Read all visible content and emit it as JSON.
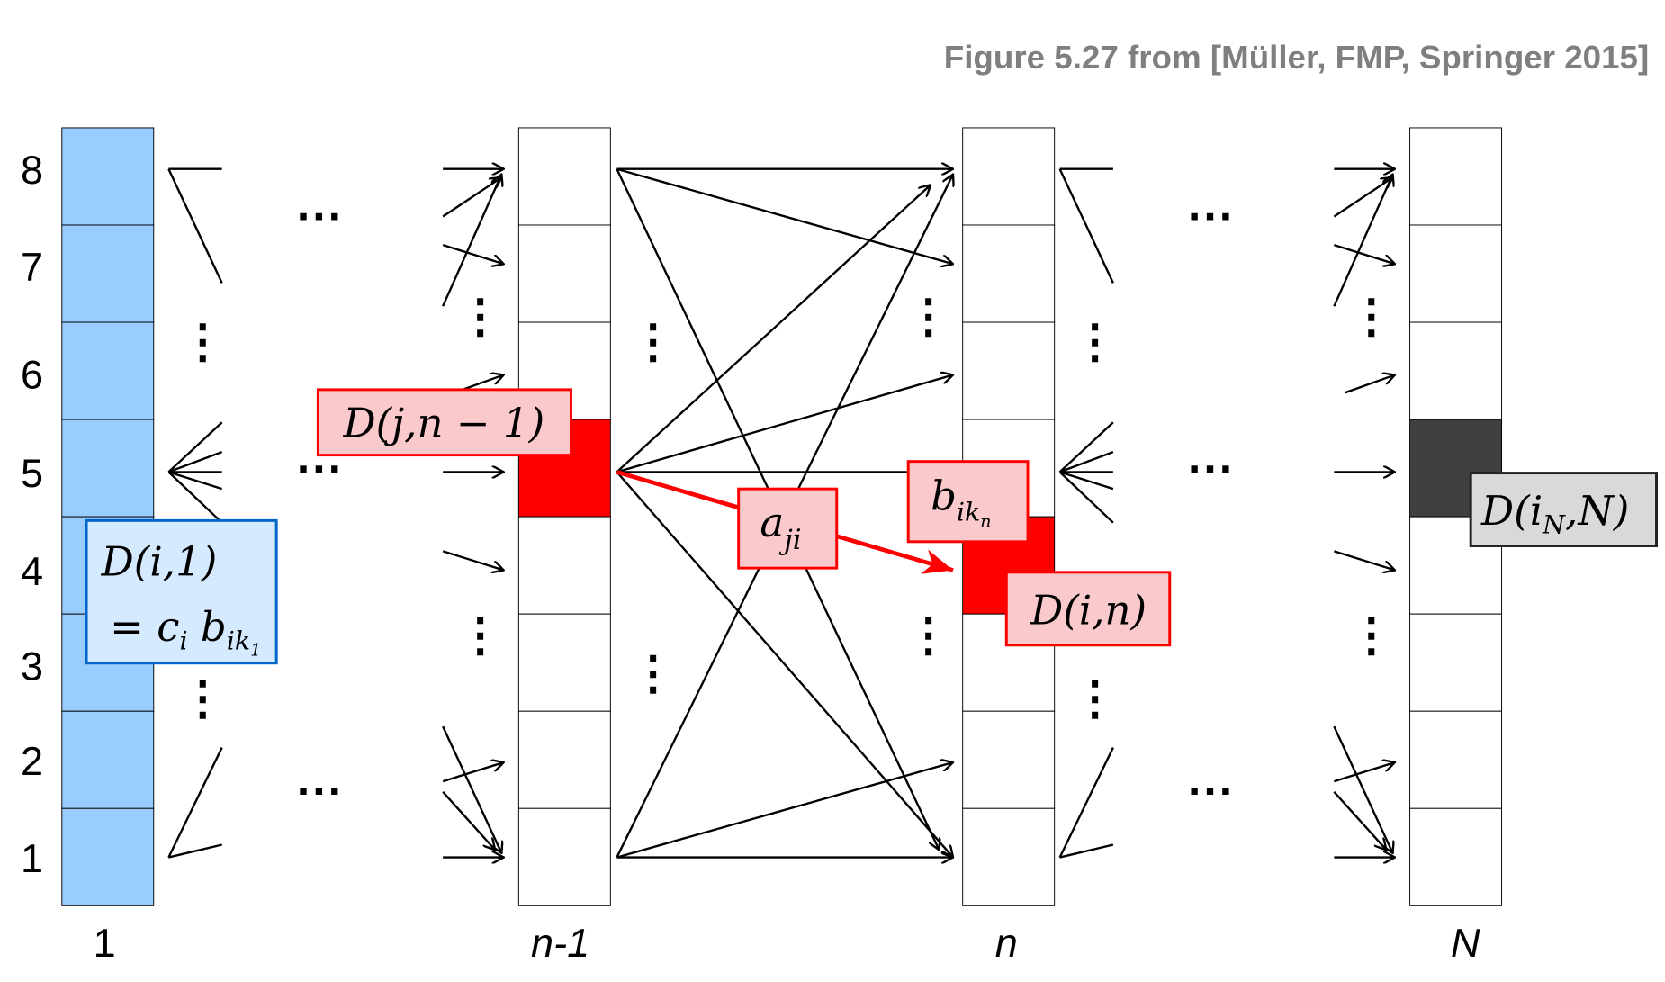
{
  "title": "Figure 5.27 from [Müller, FMP, Springer 2015]",
  "row_labels": [
    "8",
    "7",
    "6",
    "5",
    "4",
    "3",
    "2",
    "1"
  ],
  "column_labels": {
    "first": "1",
    "prev": "n-1",
    "curr": "n",
    "last": "N"
  },
  "ellipsis_h": "···",
  "ellipsis_v": "⋮",
  "boxes": {
    "d_first_line1": "D(i,1)",
    "d_first_line2_eq": "= c",
    "d_first_line2_sub_i": "i",
    "d_first_line2_b": " b",
    "d_first_line2_sub": "ik",
    "d_first_line2_subsub": "1",
    "d_prev": "D(j,n − 1)",
    "a_main": "a",
    "a_sub": "ji",
    "b_main": "b",
    "b_sub": "ik",
    "b_subsub": "n",
    "d_curr": "D(i,n)",
    "d_last_pre": "D(i",
    "d_last_sub": "N",
    "d_last_post": ",N)"
  },
  "colors": {
    "first_column": "#99ccff",
    "highlight_red": "#ff0000",
    "pink_box": "#f9c9cb",
    "blue_box": "#d6eaff",
    "blue_border": "#0066cc",
    "dark_cell": "#404040",
    "gray_box": "#d9d9d9",
    "title_gray": "#7f7f7f"
  }
}
